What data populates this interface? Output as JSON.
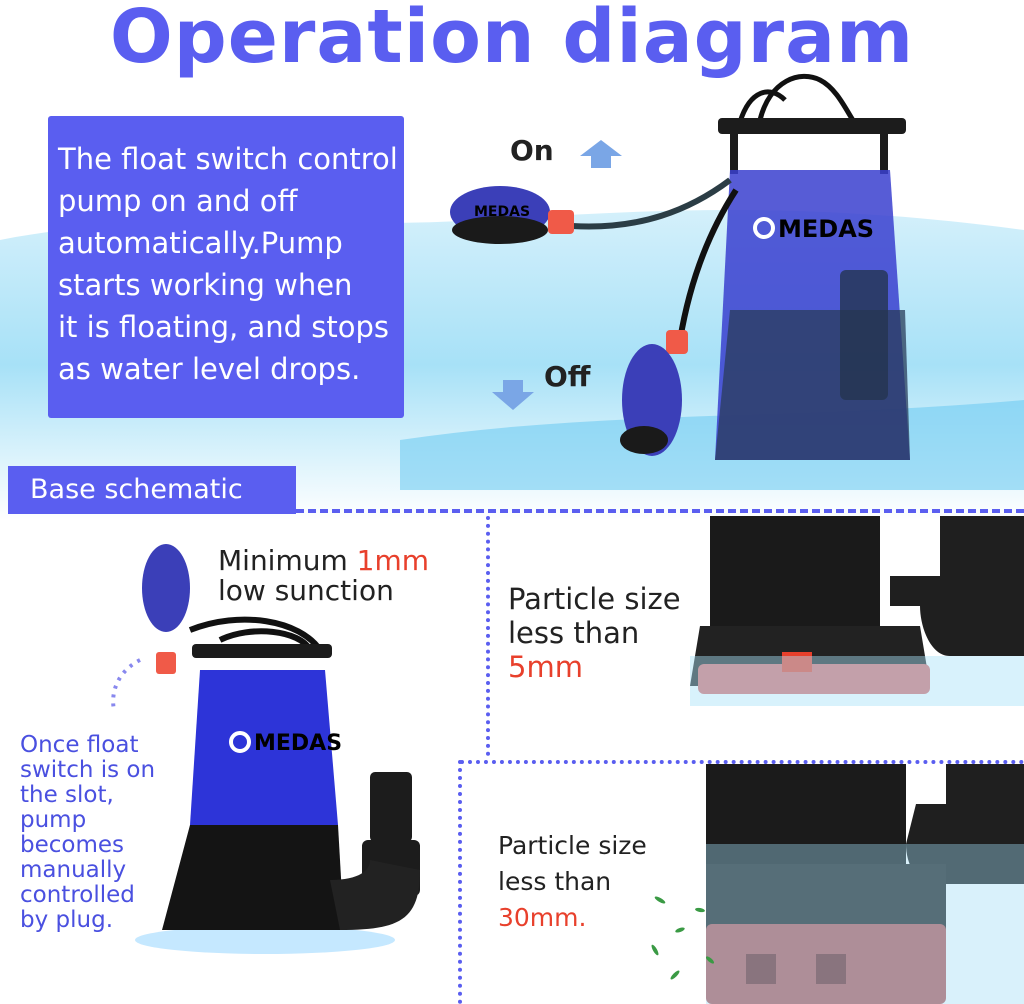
{
  "title": "Operation diagram",
  "info_lines": [
    "The float switch control",
    " pump on and off",
    "automatically.Pump",
    "starts working when",
    "it is floating, and stops",
    "as water level drops."
  ],
  "on_label": "On",
  "off_label": "Off",
  "base_schematic": "Base schematic",
  "brand": "MEDAS",
  "float_brand": "MEDAS",
  "minimum": {
    "line1_text": "Minimum ",
    "line1_value": "1mm",
    "line2": "low sunction"
  },
  "particle_5": {
    "line1": "Particle size",
    "line2": "less than",
    "value": "5mm"
  },
  "particle_30": {
    "line1": "Particle size",
    "line2": "less than",
    "value": "30mm."
  },
  "once_lines": [
    "Once float",
    "switch is on",
    "the slot,",
    "pump",
    "becomes",
    "manually",
    "controlled",
    "by plug."
  ],
  "colors": {
    "accent": "#5a5ef0",
    "red": "#e8402c",
    "water": "#8fd6f5"
  }
}
